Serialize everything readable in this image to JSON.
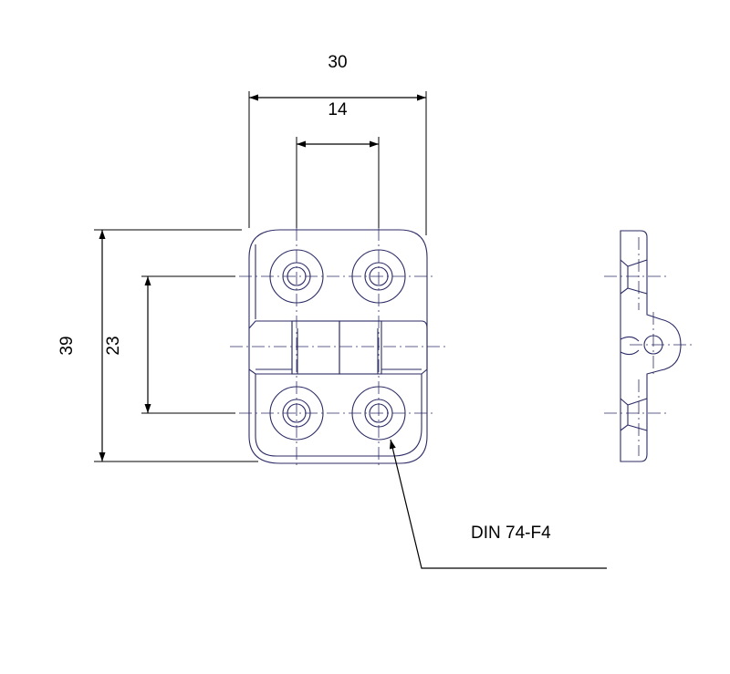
{
  "drawing": {
    "dimensions": {
      "overall_width": "30",
      "hole_spacing_horizontal": "14",
      "overall_height": "39",
      "hole_spacing_vertical": "23"
    },
    "callout": "DIN 74-F4"
  },
  "colors": {
    "part_lines": "#2b2b66",
    "dimension_lines": "#000000",
    "background": "#ffffff"
  }
}
